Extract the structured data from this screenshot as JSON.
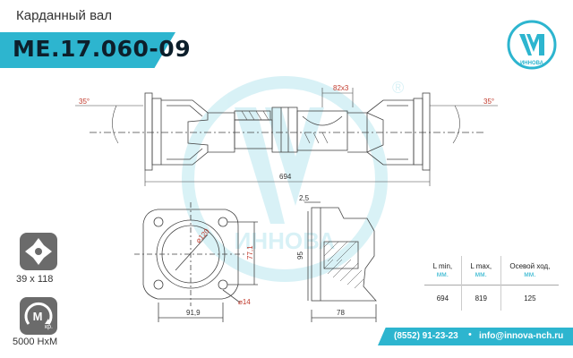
{
  "header": {
    "subtitle": "Карданный вал",
    "part_number": "ME.17.060-09"
  },
  "logo": {
    "brand": "ИННОВА",
    "registered": "®",
    "color": "#2db5cf"
  },
  "drawing": {
    "angle_left": "35°",
    "angle_right": "35°",
    "spline": "82x3",
    "length": "694",
    "flange_diameter": "⌀120",
    "bolt_distance": "77,1",
    "bolt_hole": "⌀14",
    "flange_width": "91,9",
    "side_thickness": "2,5",
    "side_height": "95",
    "side_width": "78",
    "watermark": "ИННОВА"
  },
  "sidebar": {
    "flange_icon": "flange-icon",
    "flange_size": "39 x 118",
    "torque_icon": "torque-icon",
    "torque_icon_letter": "M",
    "torque_icon_sub": "кр.",
    "torque_value": "5000 НхМ"
  },
  "spec_table": {
    "headers": [
      {
        "label": "L min,",
        "unit": "мм."
      },
      {
        "label": "L max,",
        "unit": "мм."
      },
      {
        "label": "Осевой ход,",
        "unit": "мм."
      }
    ],
    "values": [
      "694",
      "819",
      "125"
    ]
  },
  "contacts": {
    "phone": "(8552) 91-23-23",
    "separator": "•",
    "email": "info@innova-nch.ru"
  }
}
